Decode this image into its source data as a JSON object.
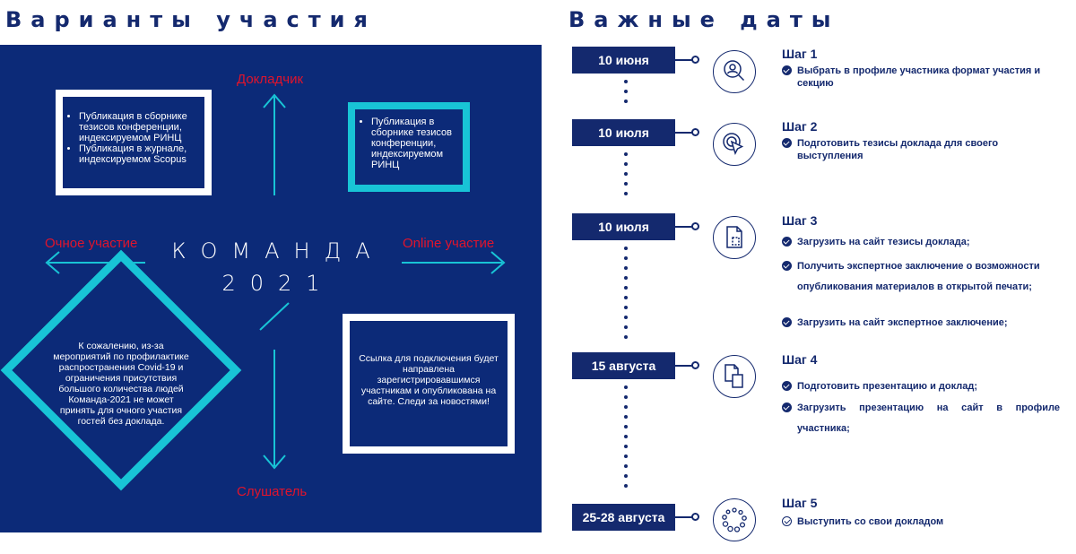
{
  "left": {
    "heading": "Варианты участия",
    "speaker_label": "Докладчик",
    "listener_label": "Слушатель",
    "inperson_label": "Очное участие",
    "online_label": "Online участие",
    "title_line1": "КОМАНДА",
    "title_line2": "2021",
    "speaker_inperson_items": [
      "Публикация в сборнике тезисов конференции, индексируемом РИНЦ",
      "Публикация в журнале, индексируемом Scopus"
    ],
    "speaker_online_items": [
      "Публикация в сборнике тезисов конференции, индексируемом РИНЦ"
    ],
    "listener_inperson_text": "К сожалению, из-за мероприятий по профилактике распространения Covid-19 и ограничения присутствия большого количества людей Команда-2021 не может принять для очного участия гостей без доклада.",
    "listener_online_text": "Ссылка для подключения будет направлена зарегистрировавшимся участникам и опубликована на сайте. Следи за новостями!",
    "colors": {
      "panel": "#0c2a78",
      "accent_red": "#e0142c",
      "accent_cyan": "#18c4d6"
    }
  },
  "right": {
    "heading": "Важные даты",
    "steps": [
      {
        "date": "10 июня",
        "title": "Шаг 1",
        "icon": "magnifier-person-icon",
        "items": [
          "Выбрать в профиле участника формат участия и секцию"
        ]
      },
      {
        "date": "10 июля",
        "title": "Шаг 2",
        "icon": "cursor-click-icon",
        "items": [
          "Подготовить тезисы доклада для своего выступления"
        ]
      },
      {
        "date": "10 июля",
        "title": "Шаг 3",
        "icon": "document-upload-icon",
        "items": [
          "Загрузить на сайт тезисы доклада;",
          "Получить экспертное заключение о возможности опубликования материалов в открытой печати;",
          "Загрузить на сайт экспертное заключение;"
        ]
      },
      {
        "date": "15 августа",
        "title": "Шаг 4",
        "icon": "documents-copy-icon",
        "items": [
          "Подготовить презентацию и доклад;",
          "Загрузить презентацию на сайт в профиле участника;"
        ]
      },
      {
        "date": "25-28 августа",
        "title": "Шаг 5",
        "icon": "loading-circle-icon",
        "items": [
          "Выступить со свои докладом"
        ]
      }
    ],
    "colors": {
      "navy": "#14296e"
    }
  }
}
